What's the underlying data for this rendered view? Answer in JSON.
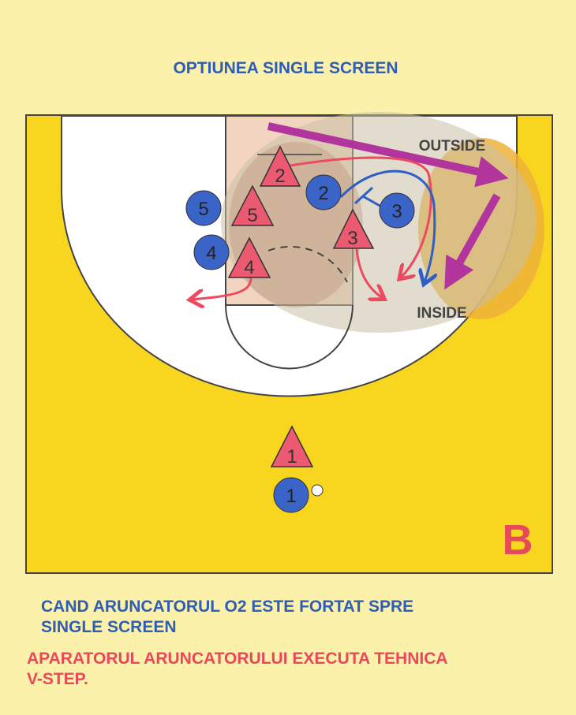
{
  "title": "OPTIUNEA SINGLE SCREEN",
  "labels": {
    "outside": "OUTSIDE",
    "inside": "INSIDE",
    "panel": "B"
  },
  "offense": [
    {
      "number": "1"
    },
    {
      "number": "2"
    },
    {
      "number": "3"
    },
    {
      "number": "4"
    },
    {
      "number": "5"
    }
  ],
  "defense": [
    {
      "number": "1"
    },
    {
      "number": "2"
    },
    {
      "number": "3"
    },
    {
      "number": "4"
    },
    {
      "number": "5"
    }
  ],
  "caption_blue": [
    "CAND ARUNCATORUL O2 ESTE FORTAT SPRE",
    "SINGLE SCREEN"
  ],
  "caption_red": [
    "APARATORUL ARUNCATORULUI EXECUTA TEHNICA",
    "V-STEP."
  ],
  "colors": {
    "offense": "#3b64c8",
    "defense": "#ec5a72",
    "court": "#f8d51f",
    "arrow_purple": "#b2359e",
    "text_blue": "#2f5db3",
    "text_red": "#e8475c"
  }
}
